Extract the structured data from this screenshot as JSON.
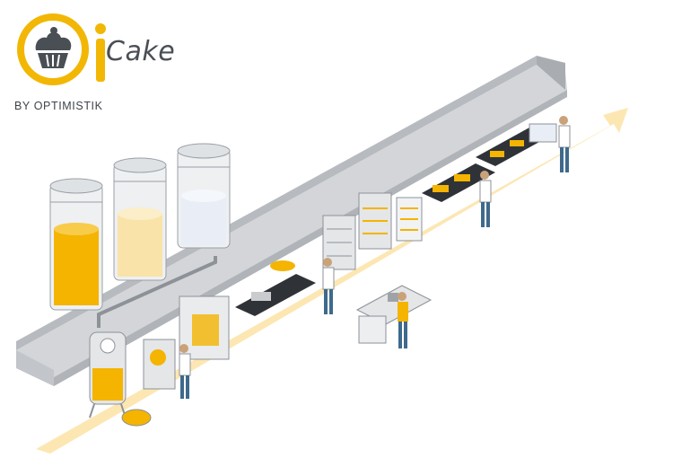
{
  "brand": {
    "name": "Cake",
    "byline": "BY OPTIMISTIK",
    "logo_icon": "cupcake-icon",
    "accent_color": "#f2b705",
    "text_color": "#4a4f55"
  },
  "scene": {
    "illustration": "isometric-production-line",
    "colors": {
      "wall": "#c9cbce",
      "wall_dark": "#9fa3a8",
      "floor_arrow": "#fbe3a6",
      "machine": "#e4e6e8",
      "conveyor": "#2f3338",
      "yellow": "#f4b400",
      "cream": "#f9e3a8",
      "milk": "#e9eef6"
    }
  }
}
